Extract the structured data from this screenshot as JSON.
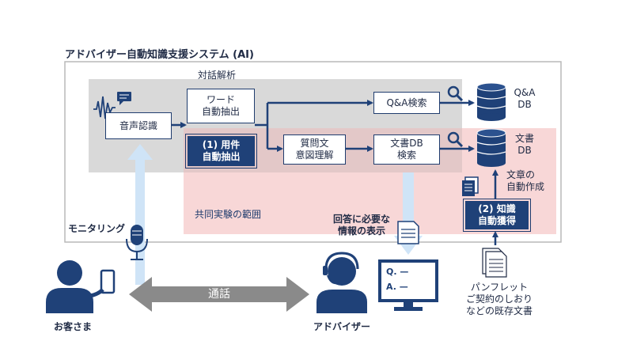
{
  "system_title": "アドバイザー自動知識支援システム (AI)",
  "dialog_analysis_label": "対話解析",
  "boxes": {
    "speech_recognition": "音声認識",
    "word_extraction": [
      "ワード",
      "自動抽出"
    ],
    "requirement_extraction": [
      "(1) 用件",
      "自動抽出"
    ],
    "question_intent": [
      "質問文",
      "意図理解"
    ],
    "qa_search": "Q&A検索",
    "docdb_search": [
      "文書DB",
      "検索"
    ],
    "knowledge_acquisition": [
      "(2) 知識",
      "自動獲得"
    ]
  },
  "databases": {
    "qa_db": [
      "Q&A",
      "DB"
    ],
    "doc_db": [
      "文書",
      "DB"
    ]
  },
  "joint_experiment_label": "共同実験の範囲",
  "auto_doc_creation": [
    "文章の",
    "自動作成"
  ],
  "answer_display": [
    "回答に必要な",
    "情報の表示"
  ],
  "monitoring_label": "モニタリング",
  "call_label": "通話",
  "customer_label": "お客さま",
  "advisor_label": "アドバイザー",
  "screen_lines": [
    "Q. —",
    "A. —"
  ],
  "existing_docs": [
    "パンフレット",
    "ご契約のしおり",
    "などの既存文書"
  ],
  "colors": {
    "navy": "#1f4178",
    "dark_text": "#1f2a44",
    "gray_zone": "#d9d9d9",
    "pink_zone": "#f8d7d7",
    "light_blue": "#cfe4f7",
    "call_arrow": "#8a8a8a"
  }
}
